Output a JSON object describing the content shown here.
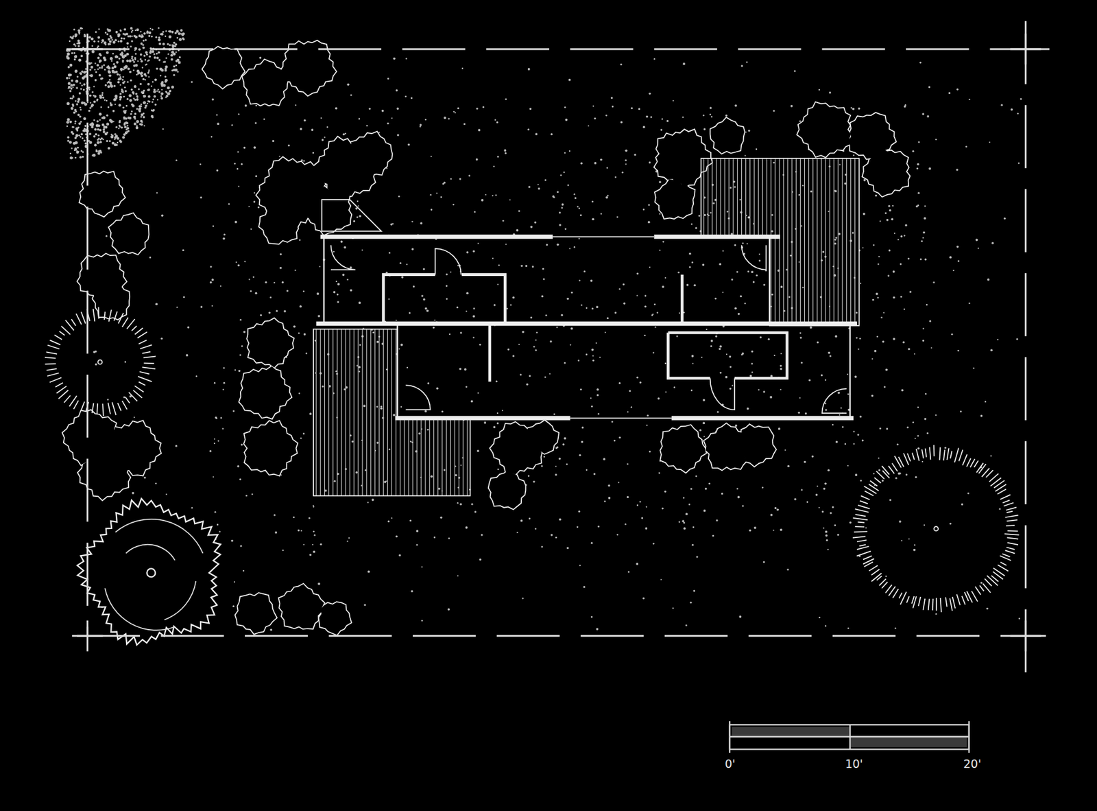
{
  "diagram": {
    "labels": [
      "0'",
      "10'",
      "20'"
    ]
  }
}
